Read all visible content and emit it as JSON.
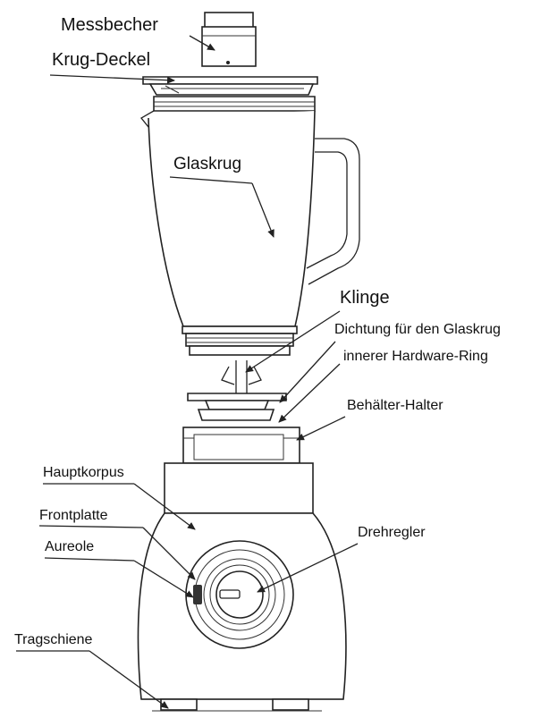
{
  "labels": {
    "messbecher": "Messbecher",
    "krug_deckel": "Krug-Deckel",
    "glaskrug": "Glaskrug",
    "klinge": "Klinge",
    "dichtung": "Dichtung für den Glaskrug",
    "hardware_ring": "innerer Hardware-Ring",
    "behaelter_halter": "Behälter-Halter",
    "hauptkorpus": "Hauptkorpus",
    "frontplatte": "Frontplatte",
    "drehregler": "Drehregler",
    "aureole": "Aureole",
    "tragschiene": "Tragschiene"
  }
}
